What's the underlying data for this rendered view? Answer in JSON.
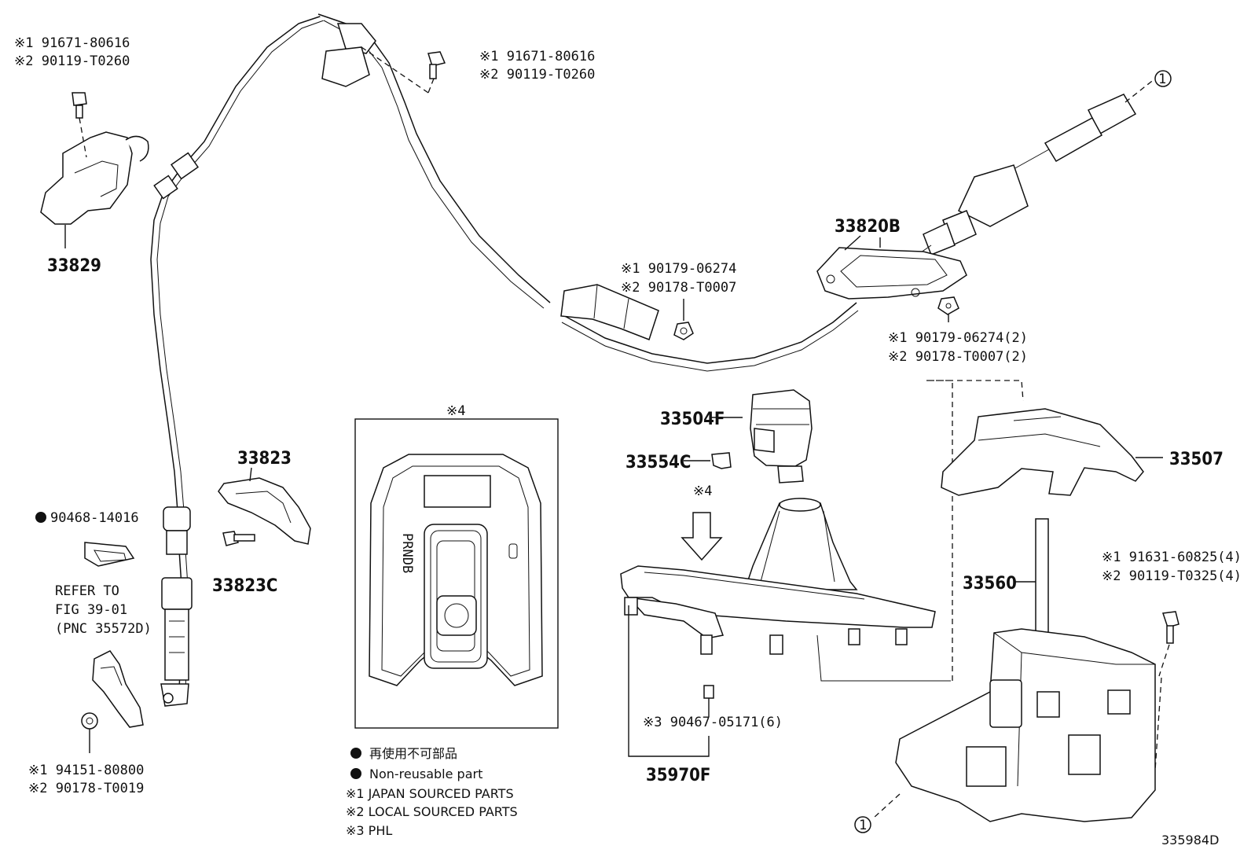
{
  "callouts": {
    "bracket_bolt": {
      "line1": "※1 91671-80616",
      "line2": "※2 90119-T0260"
    },
    "top_bolt": {
      "line1": "※1 91671-80616",
      "line2": "※2 90119-T0260"
    },
    "cable_nut": {
      "line1": "※1 90179-06274",
      "line2": "※2 90178-T0007"
    },
    "plate_nut": {
      "line1": "※1 90179-06274(2)",
      "line2": "※2 90178-T0007(2)"
    },
    "shift_bolt": {
      "line1": "※1 91631-60825(4)",
      "line2": "※2 90119-T0325(4)"
    },
    "lower_nut": {
      "line1": "※1 94151-80800",
      "line2": "※2 90178-T0019"
    },
    "clip": "※3 90467-05171(6)",
    "retainer": "90468-14016",
    "refer": {
      "line1": "REFER TO",
      "line2": "FIG 39-01",
      "line3": "(PNC 35572D)"
    }
  },
  "parts": {
    "p33829": "33829",
    "p33820B": "33820B",
    "p33823": "33823",
    "p33823C": "33823C",
    "p33504F": "33504F",
    "p33554C": "33554C",
    "p33507": "33507",
    "p33560": "33560",
    "p35970F": "35970F"
  },
  "marks": {
    "ref4_box": "※4",
    "ref4_arrow": "※4",
    "circle1": "1",
    "gate_letters": "PRNDB"
  },
  "legend": {
    "line1": "再使用不可部品",
    "line2": "Non-reusable part",
    "line3": "※1 JAPAN SOURCED PARTS",
    "line4": "※2 LOCAL SOURCED PARTS",
    "line5": "※3 PHL"
  },
  "diagram_id": "335984D"
}
